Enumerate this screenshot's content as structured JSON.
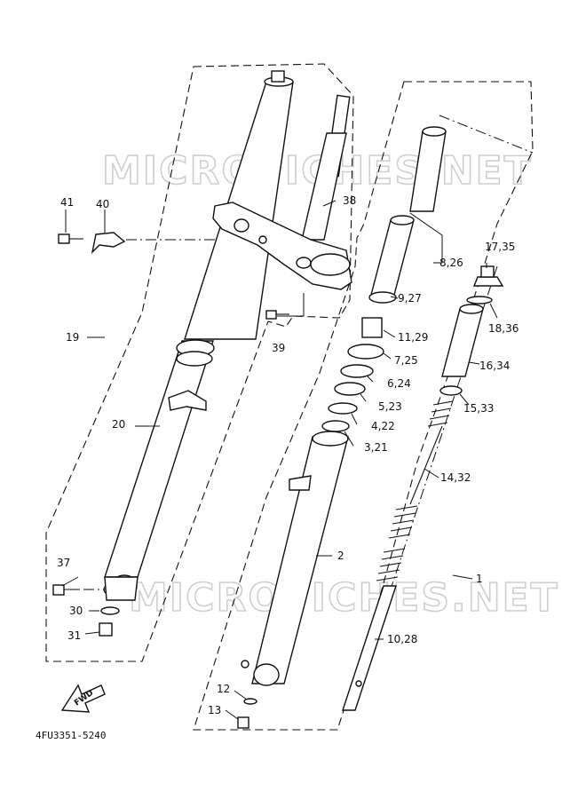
{
  "watermark": "MICROFICHES.NET",
  "diagram_code": "4FU3351-5240",
  "fwd_label": "FWD",
  "callouts": {
    "c1": "1",
    "c2": "2",
    "c3_21": "3,21",
    "c4_22": "4,22",
    "c5_23": "5,23",
    "c6_24": "6,24",
    "c7_25": "7,25",
    "c8_26": "8,26",
    "c9_27": "9,27",
    "c10_28": "10,28",
    "c11_29": "11,29",
    "c12": "12",
    "c13": "13",
    "c14_32": "14,32",
    "c15_33": "15,33",
    "c16_34": "16,34",
    "c17_35": "17,35",
    "c18_36": "18,36",
    "c19": "19",
    "c20": "20",
    "c30": "30",
    "c31": "31",
    "c37": "37",
    "c38": "38",
    "c39": "39",
    "c40": "40",
    "c41": "41"
  }
}
